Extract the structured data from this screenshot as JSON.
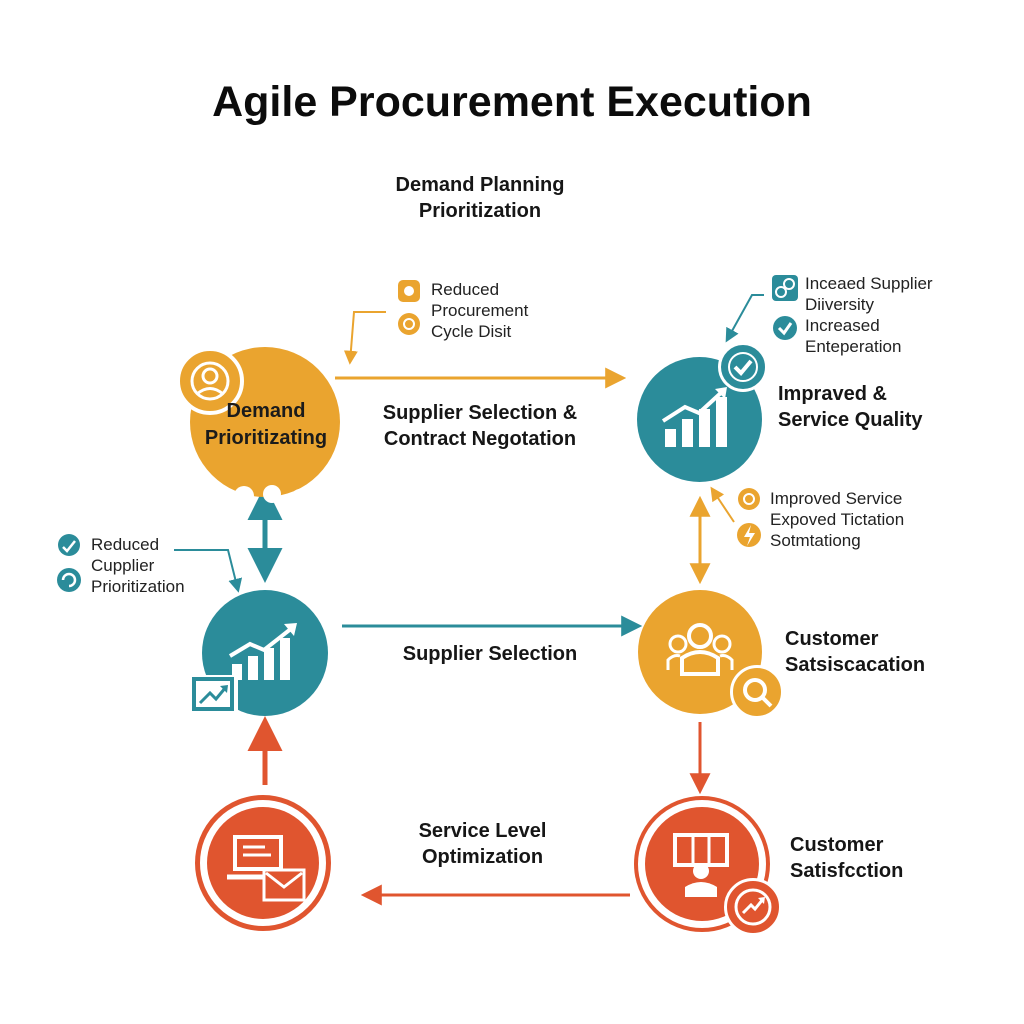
{
  "title": "Agile Procurement Execution",
  "colors": {
    "teal": "#2b8c9a",
    "orange": "#eaa42f",
    "red": "#e0552f",
    "text": "#161616"
  },
  "top_label": {
    "line1": "Demand Planning",
    "line2": "Prioritization"
  },
  "nodes": {
    "demand": {
      "line1": "Demand",
      "line2": "Prioritizating",
      "icon": "person-icon"
    },
    "improved": {
      "icon": "bar-chart-icon",
      "badge": "check-icon"
    },
    "growth": {
      "icon": "bar-chart-icon",
      "badge": "trend-icon"
    },
    "customer_top": {
      "icon": "group-icon",
      "badge": "search-icon"
    },
    "service": {
      "icon": "laptop-icon",
      "badge": "mail-icon"
    },
    "customer_bottom": {
      "icon": "presenter-icon",
      "badge": "trend-icon"
    }
  },
  "edge_labels": {
    "top": {
      "line1": "Supplier Selection  &",
      "line2": "Contract Negotation"
    },
    "middle": {
      "line1": "Supplier Selection"
    },
    "bottom": {
      "line1": "Service Level",
      "line2": "Optimization"
    }
  },
  "side_labels": {
    "improved": {
      "line1": "Impraved &",
      "line2": "Service Quality"
    },
    "customer_top": {
      "line1": "Customer",
      "line2": "Satsiscacation"
    },
    "customer_bottom": {
      "line1": "Customer",
      "line2": "Satisfcction"
    }
  },
  "notes": {
    "top_left": {
      "line1": "Reduced",
      "line2": "Procurement",
      "line3": "Cycle Disit"
    },
    "top_right": {
      "line1": "Inceaed Supplier",
      "line2": "Diiversity",
      "line3": "Increased",
      "line4": "Enteperation"
    },
    "mid_right": {
      "line1": "Improved Service",
      "line2": "Expoved Tictation",
      "line3": "Sotmtationg"
    },
    "mid_left": {
      "line1": "Reduced",
      "line2": "Cupplier",
      "line3": "Prioritization"
    }
  }
}
